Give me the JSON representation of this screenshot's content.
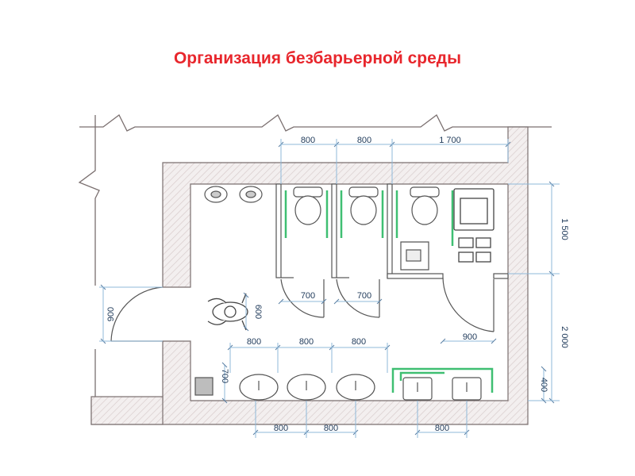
{
  "title": "Организация безбарьерной среды",
  "colors": {
    "title": "#e8262c",
    "wall_fill": "#f1eded",
    "wall_stroke": "#7a6f6f",
    "dimension": "#8fb8d9",
    "handrail": "#3fbf72",
    "fixture": "#555555"
  },
  "dimensions": {
    "top_booth_1": "800",
    "top_booth_2": "800",
    "top_accessible": "1 700",
    "right_upper": "1 500",
    "right_lower": "2 000",
    "right_sink_depth": "400",
    "door_booth_1": "700",
    "door_booth_2": "700",
    "accessible_door": "900",
    "entrance_door": "900",
    "person_width": "600",
    "urinal_depth": "700",
    "sink_spacing_1": "800",
    "sink_spacing_2": "800",
    "sink_spacing_3": "800",
    "bottom_1": "800",
    "bottom_2": "800",
    "bottom_3": "800"
  },
  "icons": {
    "urinal": "urinal-icon",
    "toilet": "toilet-icon",
    "sink": "sink-icon",
    "wheelchair": "wheelchair-icon",
    "person": "person-icon",
    "trash_bin": "trash-bin-icon"
  }
}
